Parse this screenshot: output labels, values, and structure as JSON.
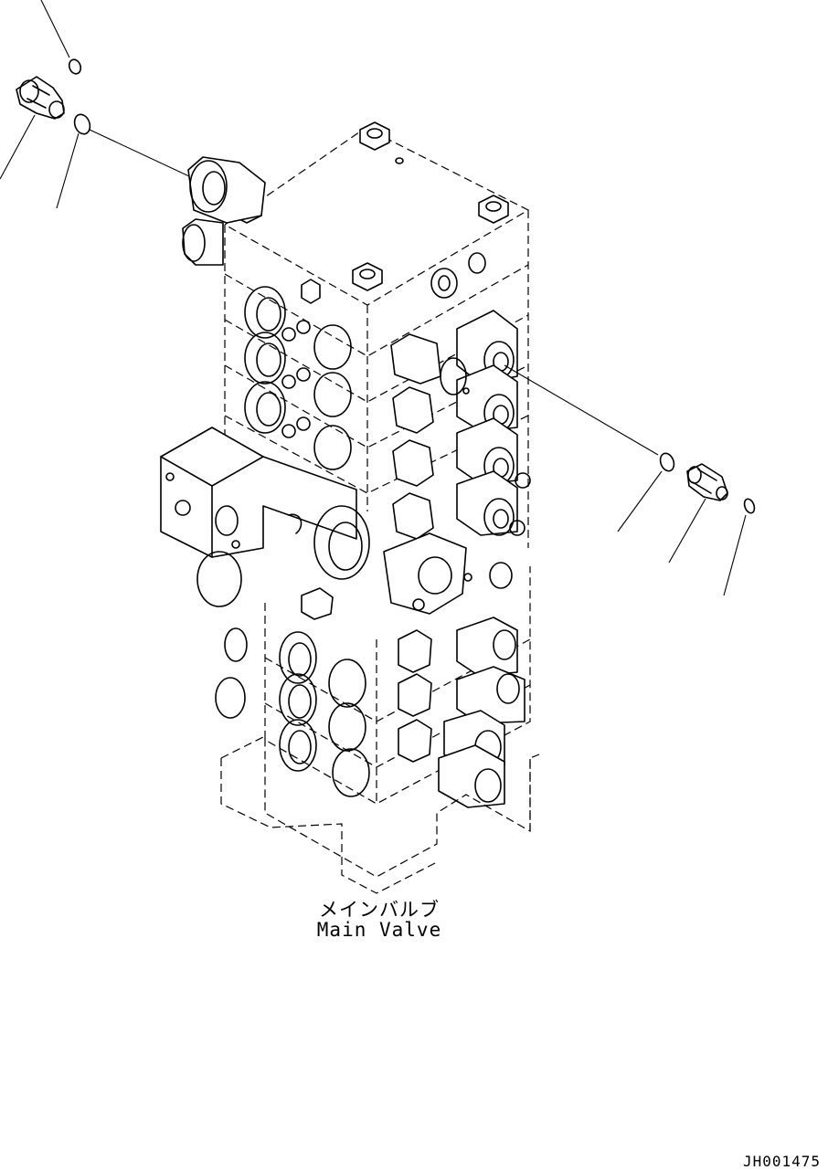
{
  "caption": {
    "japanese": "メインバルブ",
    "english": "Main Valve"
  },
  "drawing_id": "JH001475"
}
